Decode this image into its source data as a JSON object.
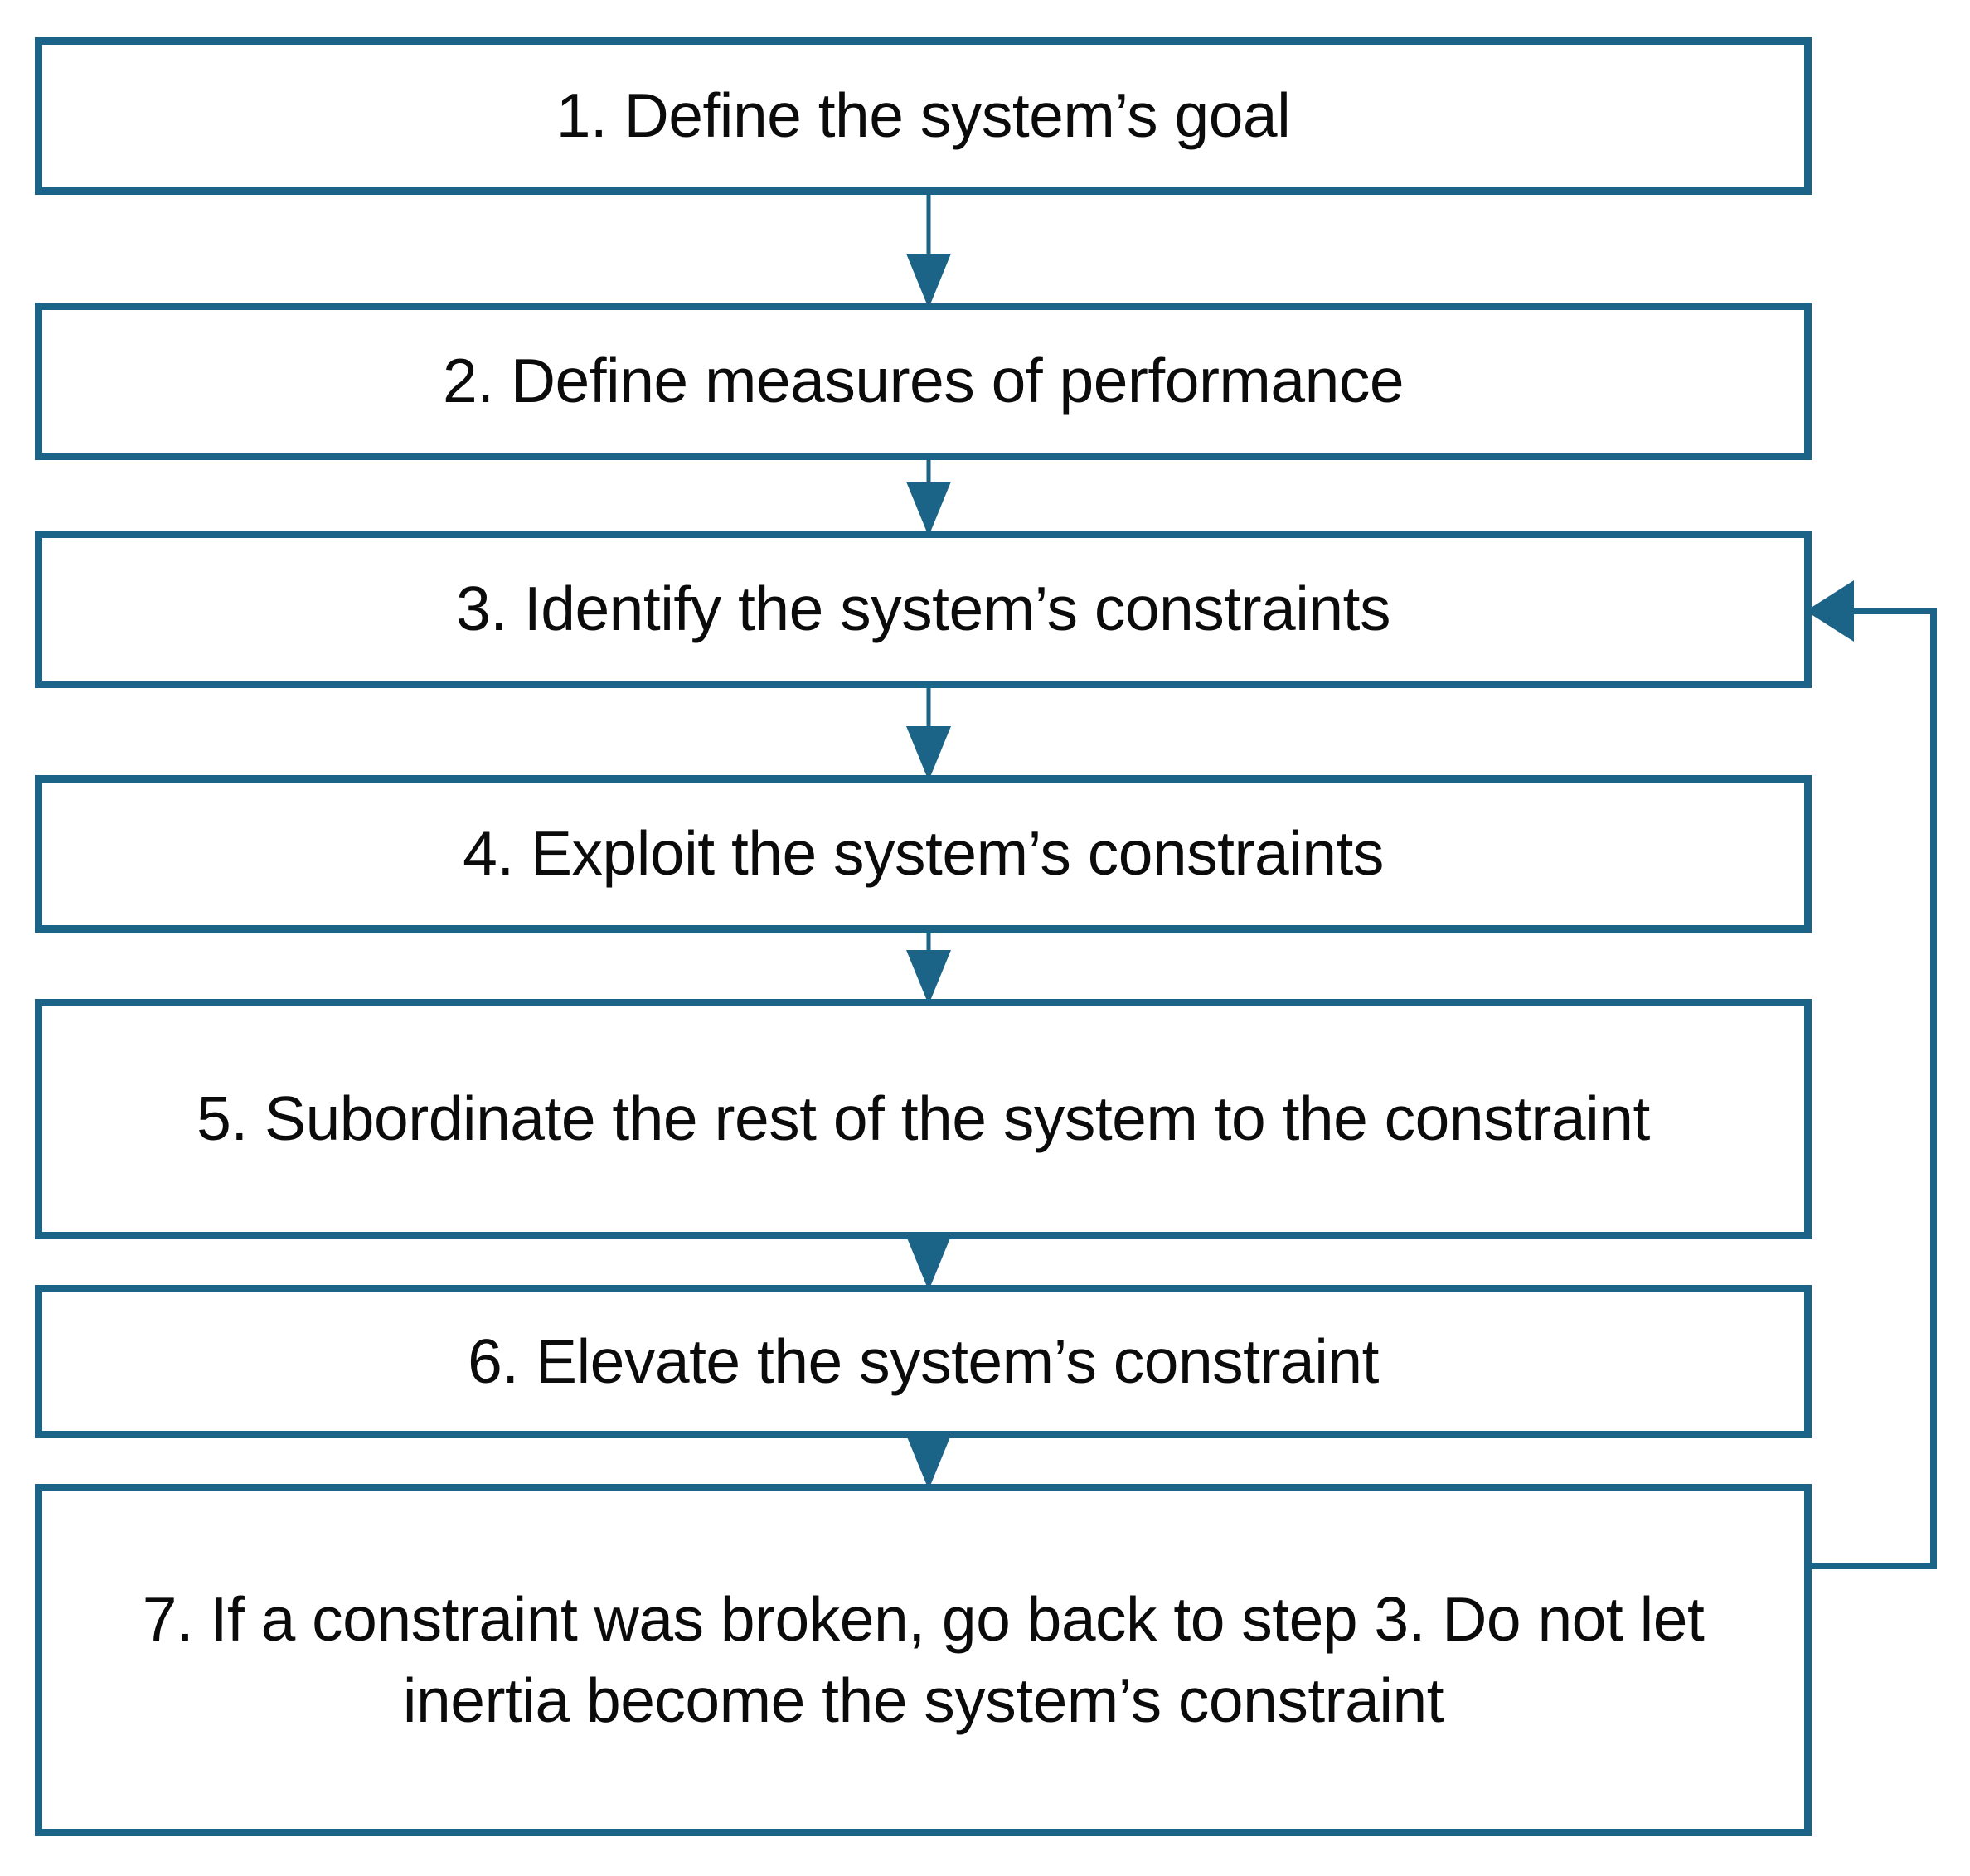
{
  "diagram": {
    "title": "Five Focusing Steps process flowchart",
    "accent_color": "#1B6387",
    "background_color": "#FFFFFF",
    "text_color": "#0B0B0B",
    "type": "flowchart",
    "orientation": "vertical",
    "steps": [
      {
        "id": 1,
        "label": "1. Define the system’s goal"
      },
      {
        "id": 2,
        "label": "2. Define measures of performance"
      },
      {
        "id": 3,
        "label": "3. Identify the system’s constraints"
      },
      {
        "id": 4,
        "label": "4. Exploit the system’s constraints"
      },
      {
        "id": 5,
        "label": "5. Subordinate the rest of the system to the constraint"
      },
      {
        "id": 6,
        "label": "6. Elevate the system’s constraint"
      },
      {
        "id": 7,
        "label": "7. If a constraint was broken, go back to step 3. Do not let inertia become the system’s constraint"
      }
    ],
    "connectors": [
      {
        "from": 1,
        "to": 2,
        "kind": "down-arrow"
      },
      {
        "from": 2,
        "to": 3,
        "kind": "down-arrow"
      },
      {
        "from": 3,
        "to": 4,
        "kind": "down-arrow"
      },
      {
        "from": 4,
        "to": 5,
        "kind": "down-arrow"
      },
      {
        "from": 5,
        "to": 6,
        "kind": "down-arrow"
      },
      {
        "from": 6,
        "to": 7,
        "kind": "down-arrow"
      }
    ],
    "feedback_loop": {
      "from": 7,
      "to": 3,
      "kind": "right-side-loop-back",
      "arrow_direction": "left"
    }
  }
}
